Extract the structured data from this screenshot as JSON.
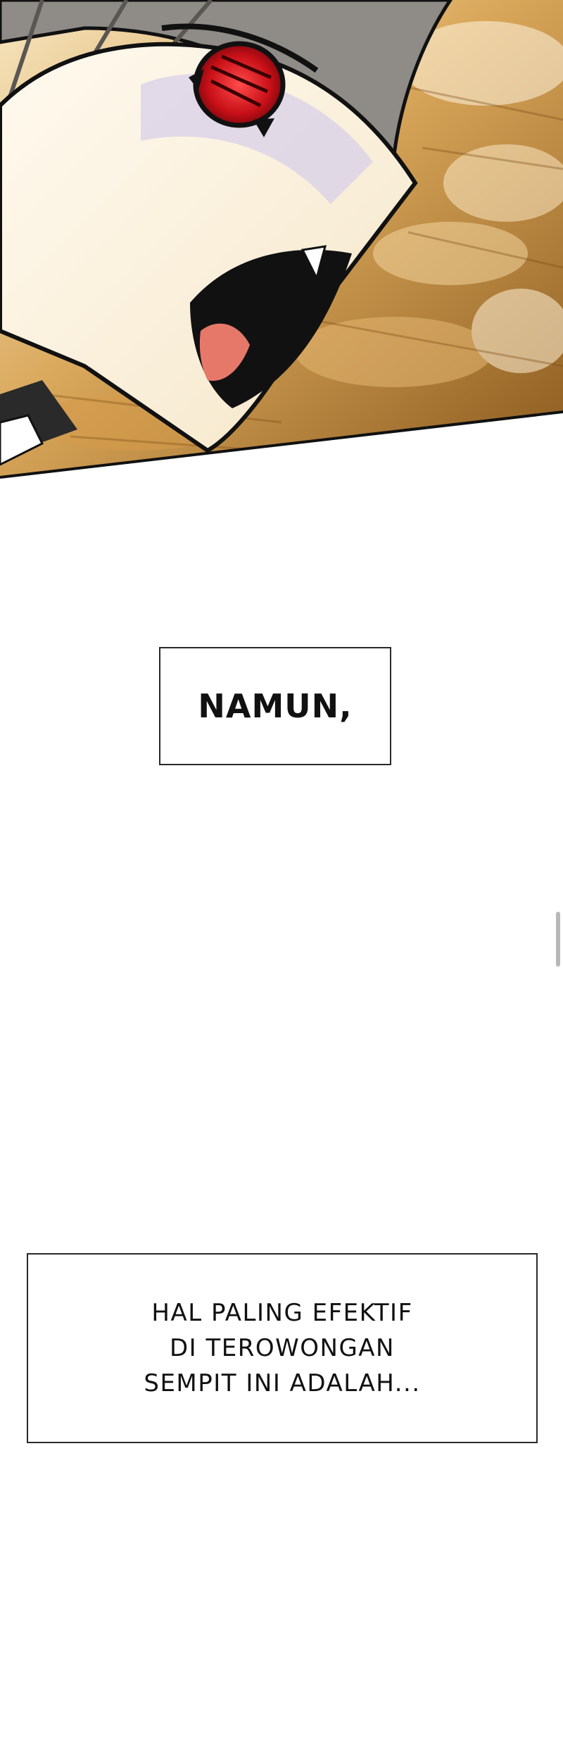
{
  "comic": {
    "caption_1": "NAMUN,",
    "caption_2_lines": [
      "HAL PALING EFEKTIF",
      "DI TEROWONGAN",
      "SEMPIT INI ADALAH..."
    ]
  },
  "colors": {
    "background": "#ffffff",
    "caption_border": "#2a2a2a",
    "caption_text": "#111111",
    "eye_red": "#d7141c",
    "mouth_inner": "#e6786a",
    "skin": "#fff4dc",
    "hair_grey": "#8f8b86",
    "sky_gold": "#d9a75a"
  },
  "icons": {
    "scrollbar": "vertical-scrollbar-thumb"
  }
}
